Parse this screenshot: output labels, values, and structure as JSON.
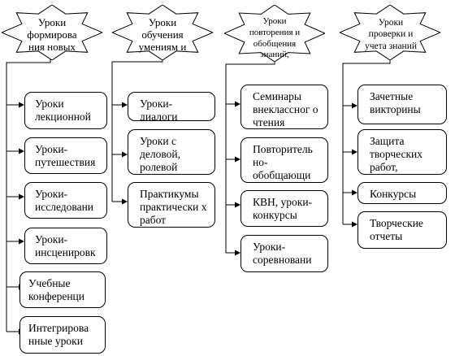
{
  "headers": [
    {
      "text": "Уроки формирова ния новых"
    },
    {
      "text": "Уроки обучения умениям и"
    },
    {
      "text": "Уроки повторения и обобщения знаний,"
    },
    {
      "text": "Уроки проверки и учета знаний"
    }
  ],
  "columns": [
    {
      "items": [
        {
          "text": "Уроки лекционной"
        },
        {
          "text": "Уроки- путешествия"
        },
        {
          "text": "Уроки- исследовани"
        },
        {
          "text": "Уроки- инсценировк"
        },
        {
          "text": "Учебные конференци"
        },
        {
          "text": "Интегрирова нные уроки"
        }
      ]
    },
    {
      "items": [
        {
          "text": "Уроки- диалоги"
        },
        {
          "text": "Уроки с деловой, ролевой"
        },
        {
          "text": "Практикумы практически х работ"
        }
      ]
    },
    {
      "items": [
        {
          "text": "Семинары внеклассног о чтения"
        },
        {
          "text": "Повторитель но- обобщающи"
        },
        {
          "text": "КВН, уроки- конкурсы"
        },
        {
          "text": "Уроки- соревновани"
        }
      ]
    },
    {
      "items": [
        {
          "text": "Зачетные викторины"
        },
        {
          "text": "Защита творческих работ,"
        },
        {
          "text": "Конкурсы"
        },
        {
          "text": "Творческие отчеты"
        }
      ]
    }
  ]
}
